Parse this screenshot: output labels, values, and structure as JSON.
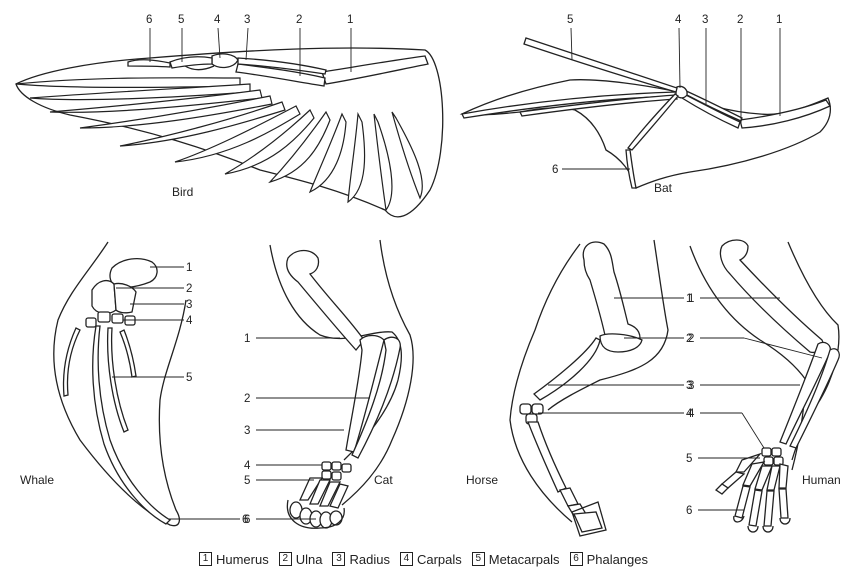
{
  "animals": {
    "bird": "Bird",
    "bat": "Bat",
    "whale": "Whale",
    "cat": "Cat",
    "horse": "Horse",
    "human": "Human"
  },
  "numbers": [
    "1",
    "2",
    "3",
    "4",
    "5",
    "6"
  ],
  "legend": [
    {
      "num": "1",
      "label": "Humerus"
    },
    {
      "num": "2",
      "label": "Ulna"
    },
    {
      "num": "3",
      "label": "Radius"
    },
    {
      "num": "4",
      "label": "Carpals"
    },
    {
      "num": "5",
      "label": "Metacarpals"
    },
    {
      "num": "6",
      "label": "Phalanges"
    }
  ]
}
